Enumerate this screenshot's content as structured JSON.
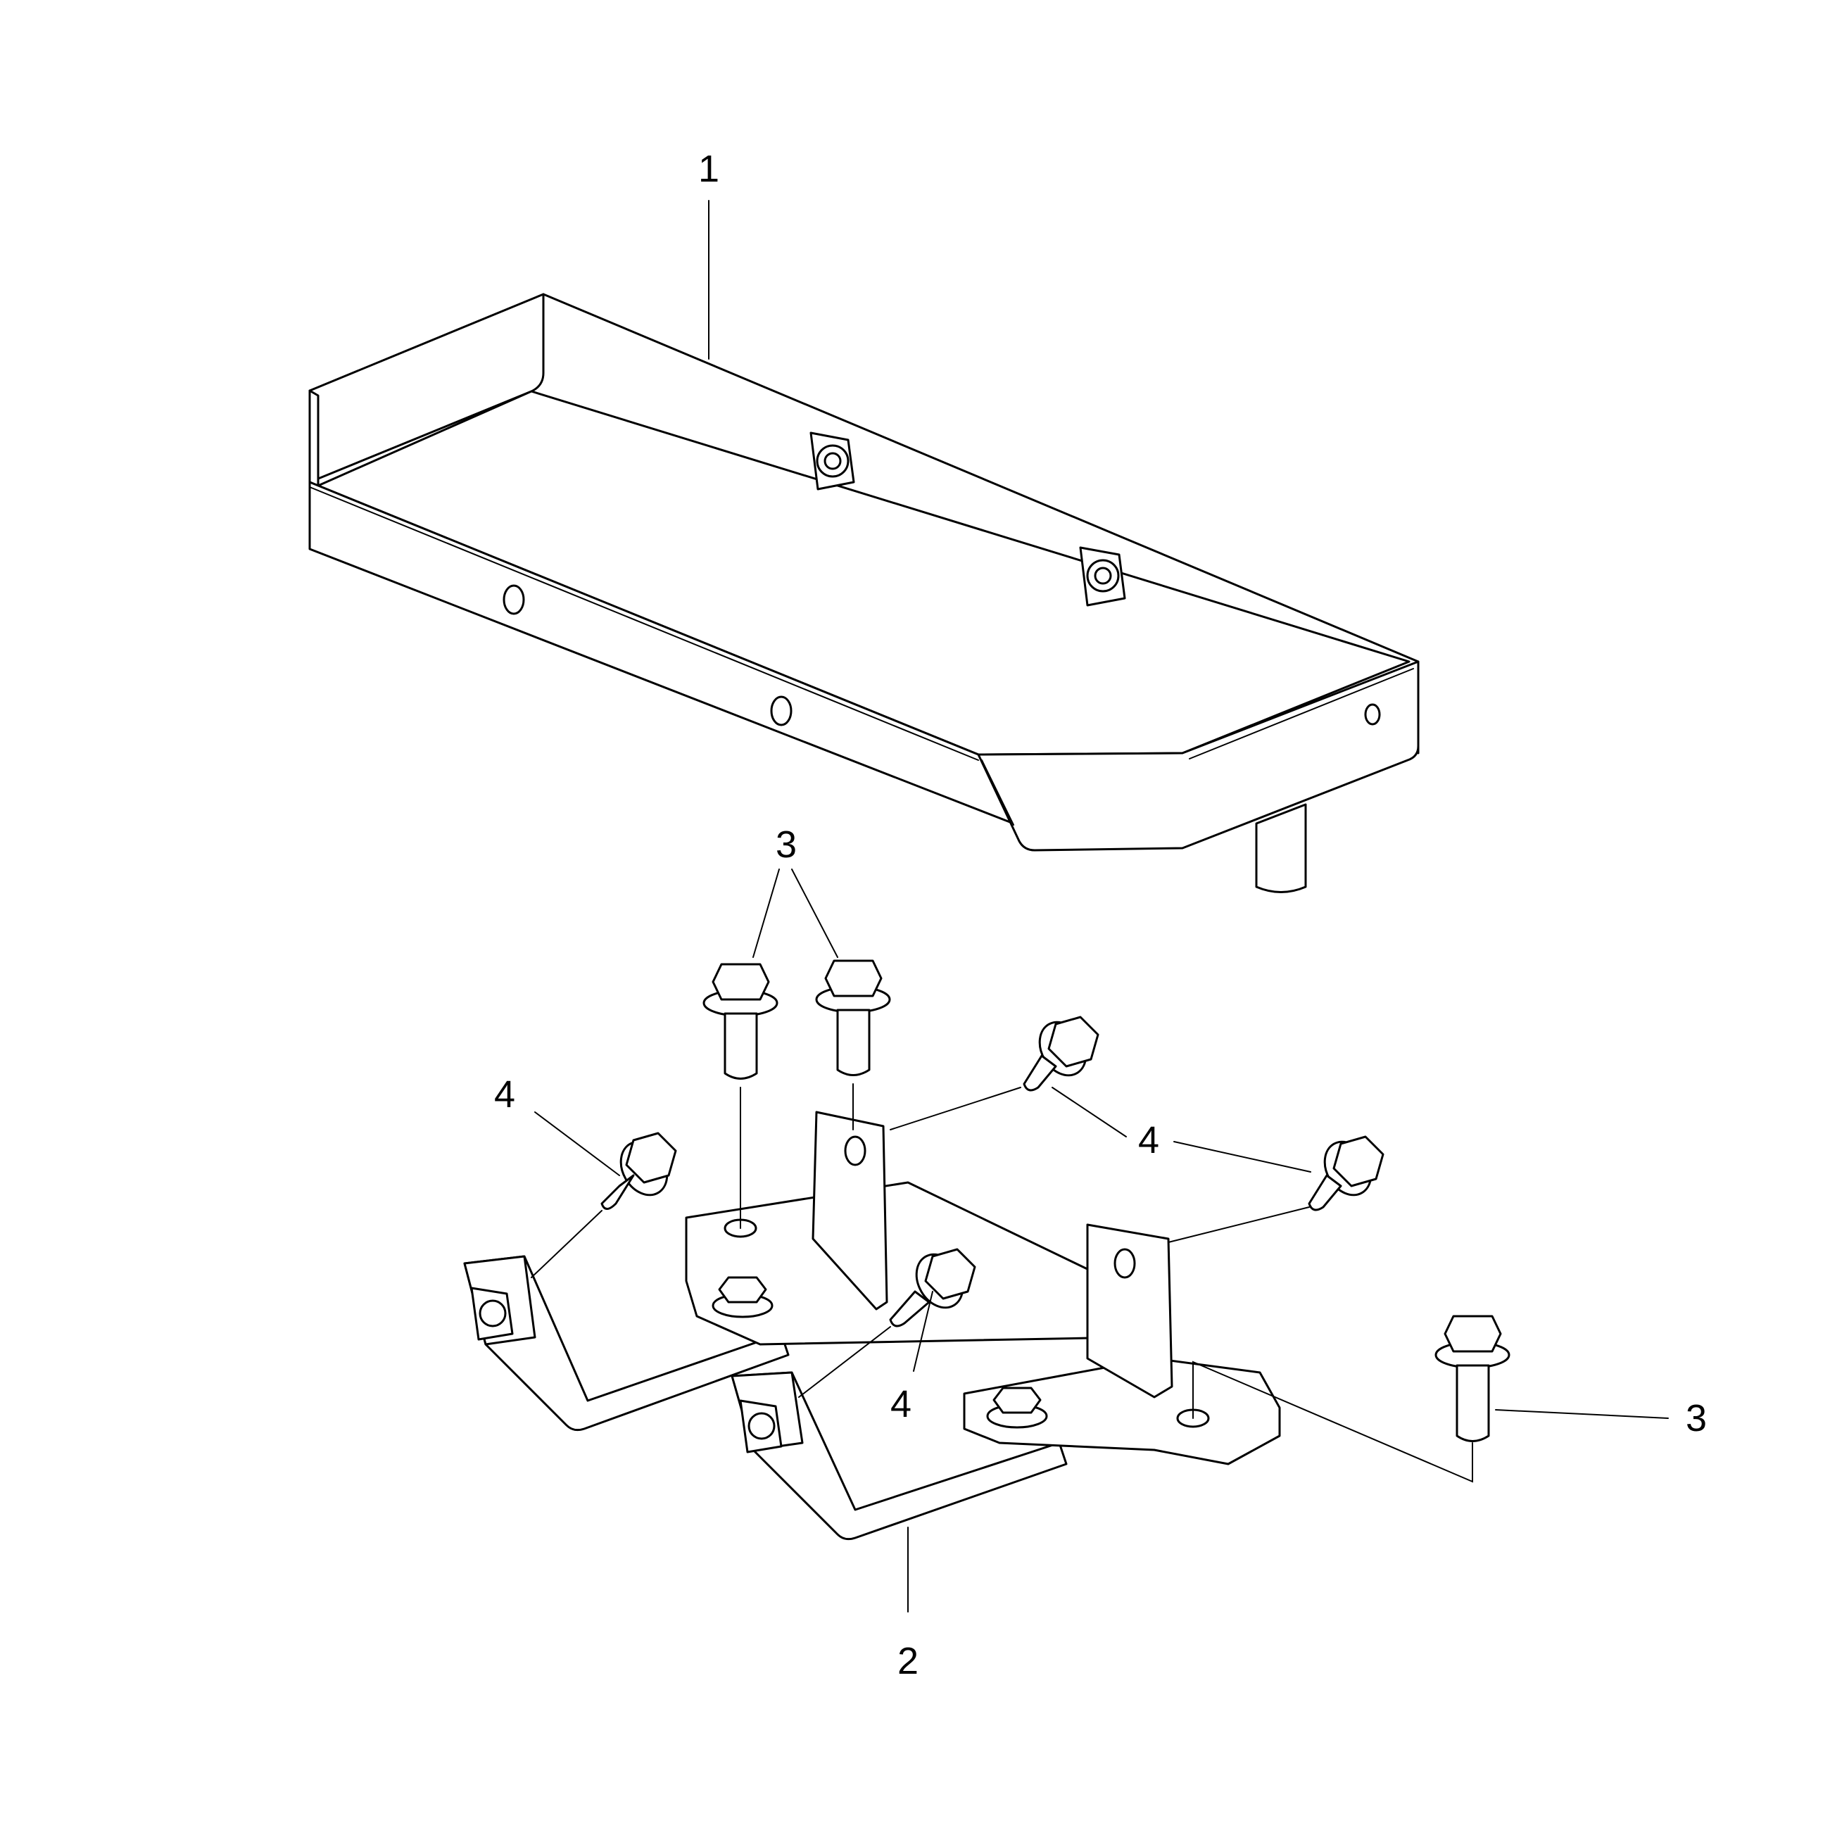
{
  "callouts": {
    "tray": "1",
    "bracket": "2",
    "bolt_top": "3",
    "bolt_right": "3",
    "screw_left": "4",
    "screw_upper_right": "4",
    "screw_center": "4"
  },
  "colors": {
    "line": "#000000",
    "background": "#ffffff"
  }
}
